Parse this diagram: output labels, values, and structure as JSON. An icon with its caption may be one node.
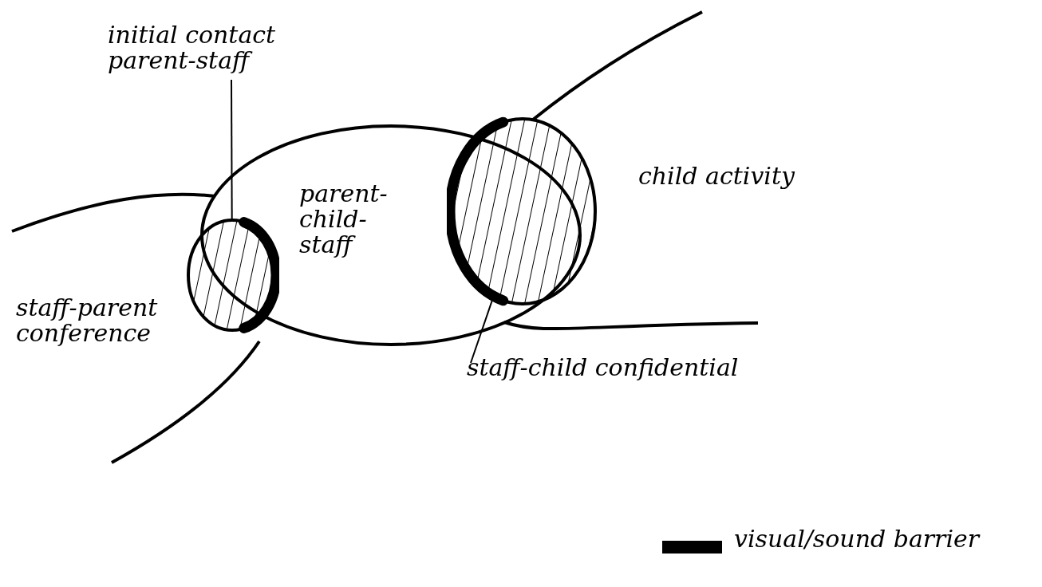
{
  "diagram": {
    "nodes": [
      {
        "text": [
          "initial contact parent-staff"
        ]
      },
      {
        "text": [
          "parent- child- staff"
        ]
      },
      {
        "text": [],
        "shape": "circle"
      },
      {
        "text": [],
        "shape": "circle"
      },
      {
        "text": [
          "staff-child confidential"
        ]
      }
    ],
    "edges": [
      {
        "from": 0,
        "to": 2,
        "arrow": "none"
      },
      {
        "from": 4,
        "to": 3,
        "arrow": "none"
      }
    ],
    "labels": [
      "child activity",
      "staff-parent conference"
    ],
    "legend": [
      {
        "text": "visual/sound barrier",
        "color": "#000000"
      }
    ]
  }
}
